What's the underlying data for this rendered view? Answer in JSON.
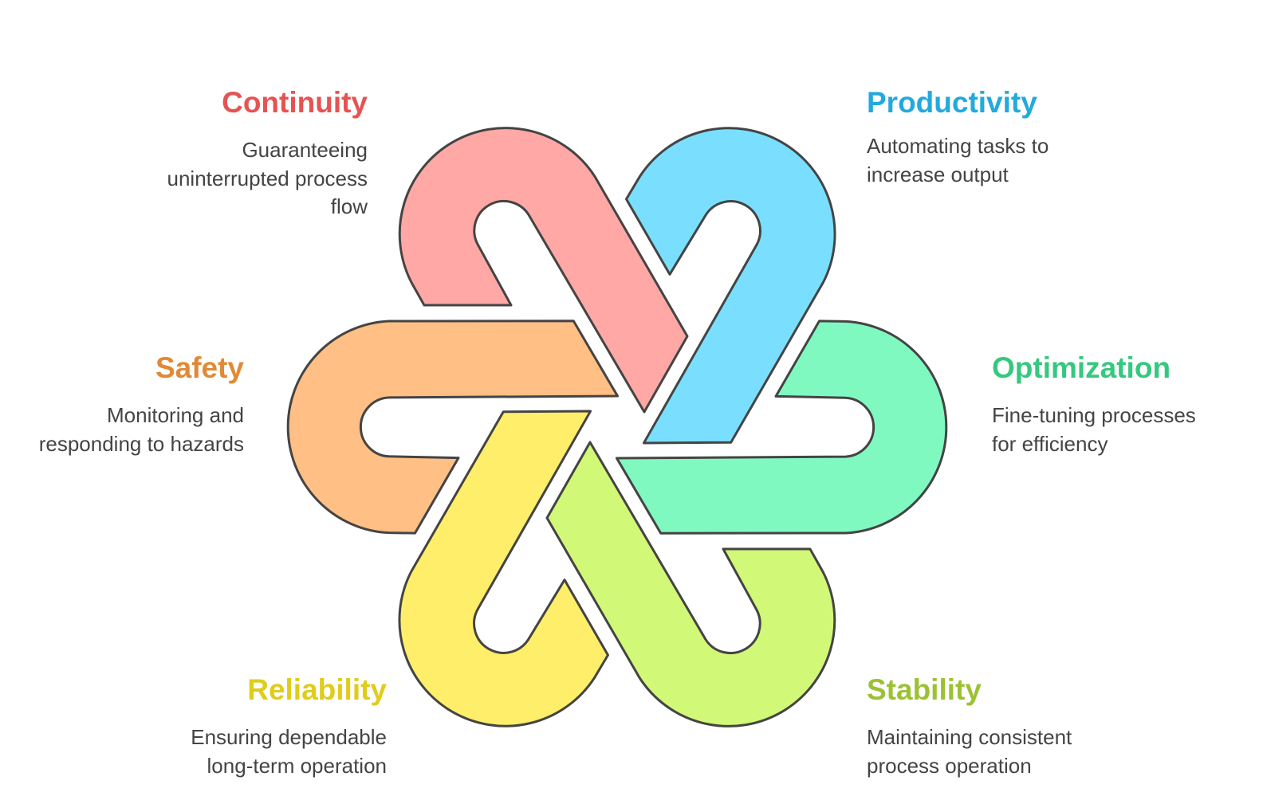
{
  "colors": {
    "stroke": "#444444",
    "continuity": "#FFA8A5",
    "productivity": "#7ADFFF",
    "optimization": "#80F9C1",
    "stability": "#D2F877",
    "reliability": "#FFEE6A",
    "safety": "#FFBF85"
  },
  "items": [
    {
      "title": "Continuity",
      "color": "#E55353",
      "lines": [
        "Guaranteeing",
        "uninterrupted process",
        "flow"
      ]
    },
    {
      "title": "Productivity",
      "color": "#22AADD",
      "lines": [
        "Automating tasks to",
        "increase output"
      ]
    },
    {
      "title": "Optimization",
      "color": "#35C87F",
      "lines": [
        "Fine-tuning processes",
        "for efficiency"
      ]
    },
    {
      "title": "Stability",
      "color": "#9CC234",
      "lines": [
        "Maintaining consistent",
        "process operation"
      ]
    },
    {
      "title": "Reliability",
      "color": "#E0CC1A",
      "lines": [
        "Ensuring dependable",
        "long-term operation"
      ]
    },
    {
      "title": "Safety",
      "color": "#E08A36",
      "lines": [
        "Monitoring and",
        "responding to hazards"
      ]
    }
  ]
}
